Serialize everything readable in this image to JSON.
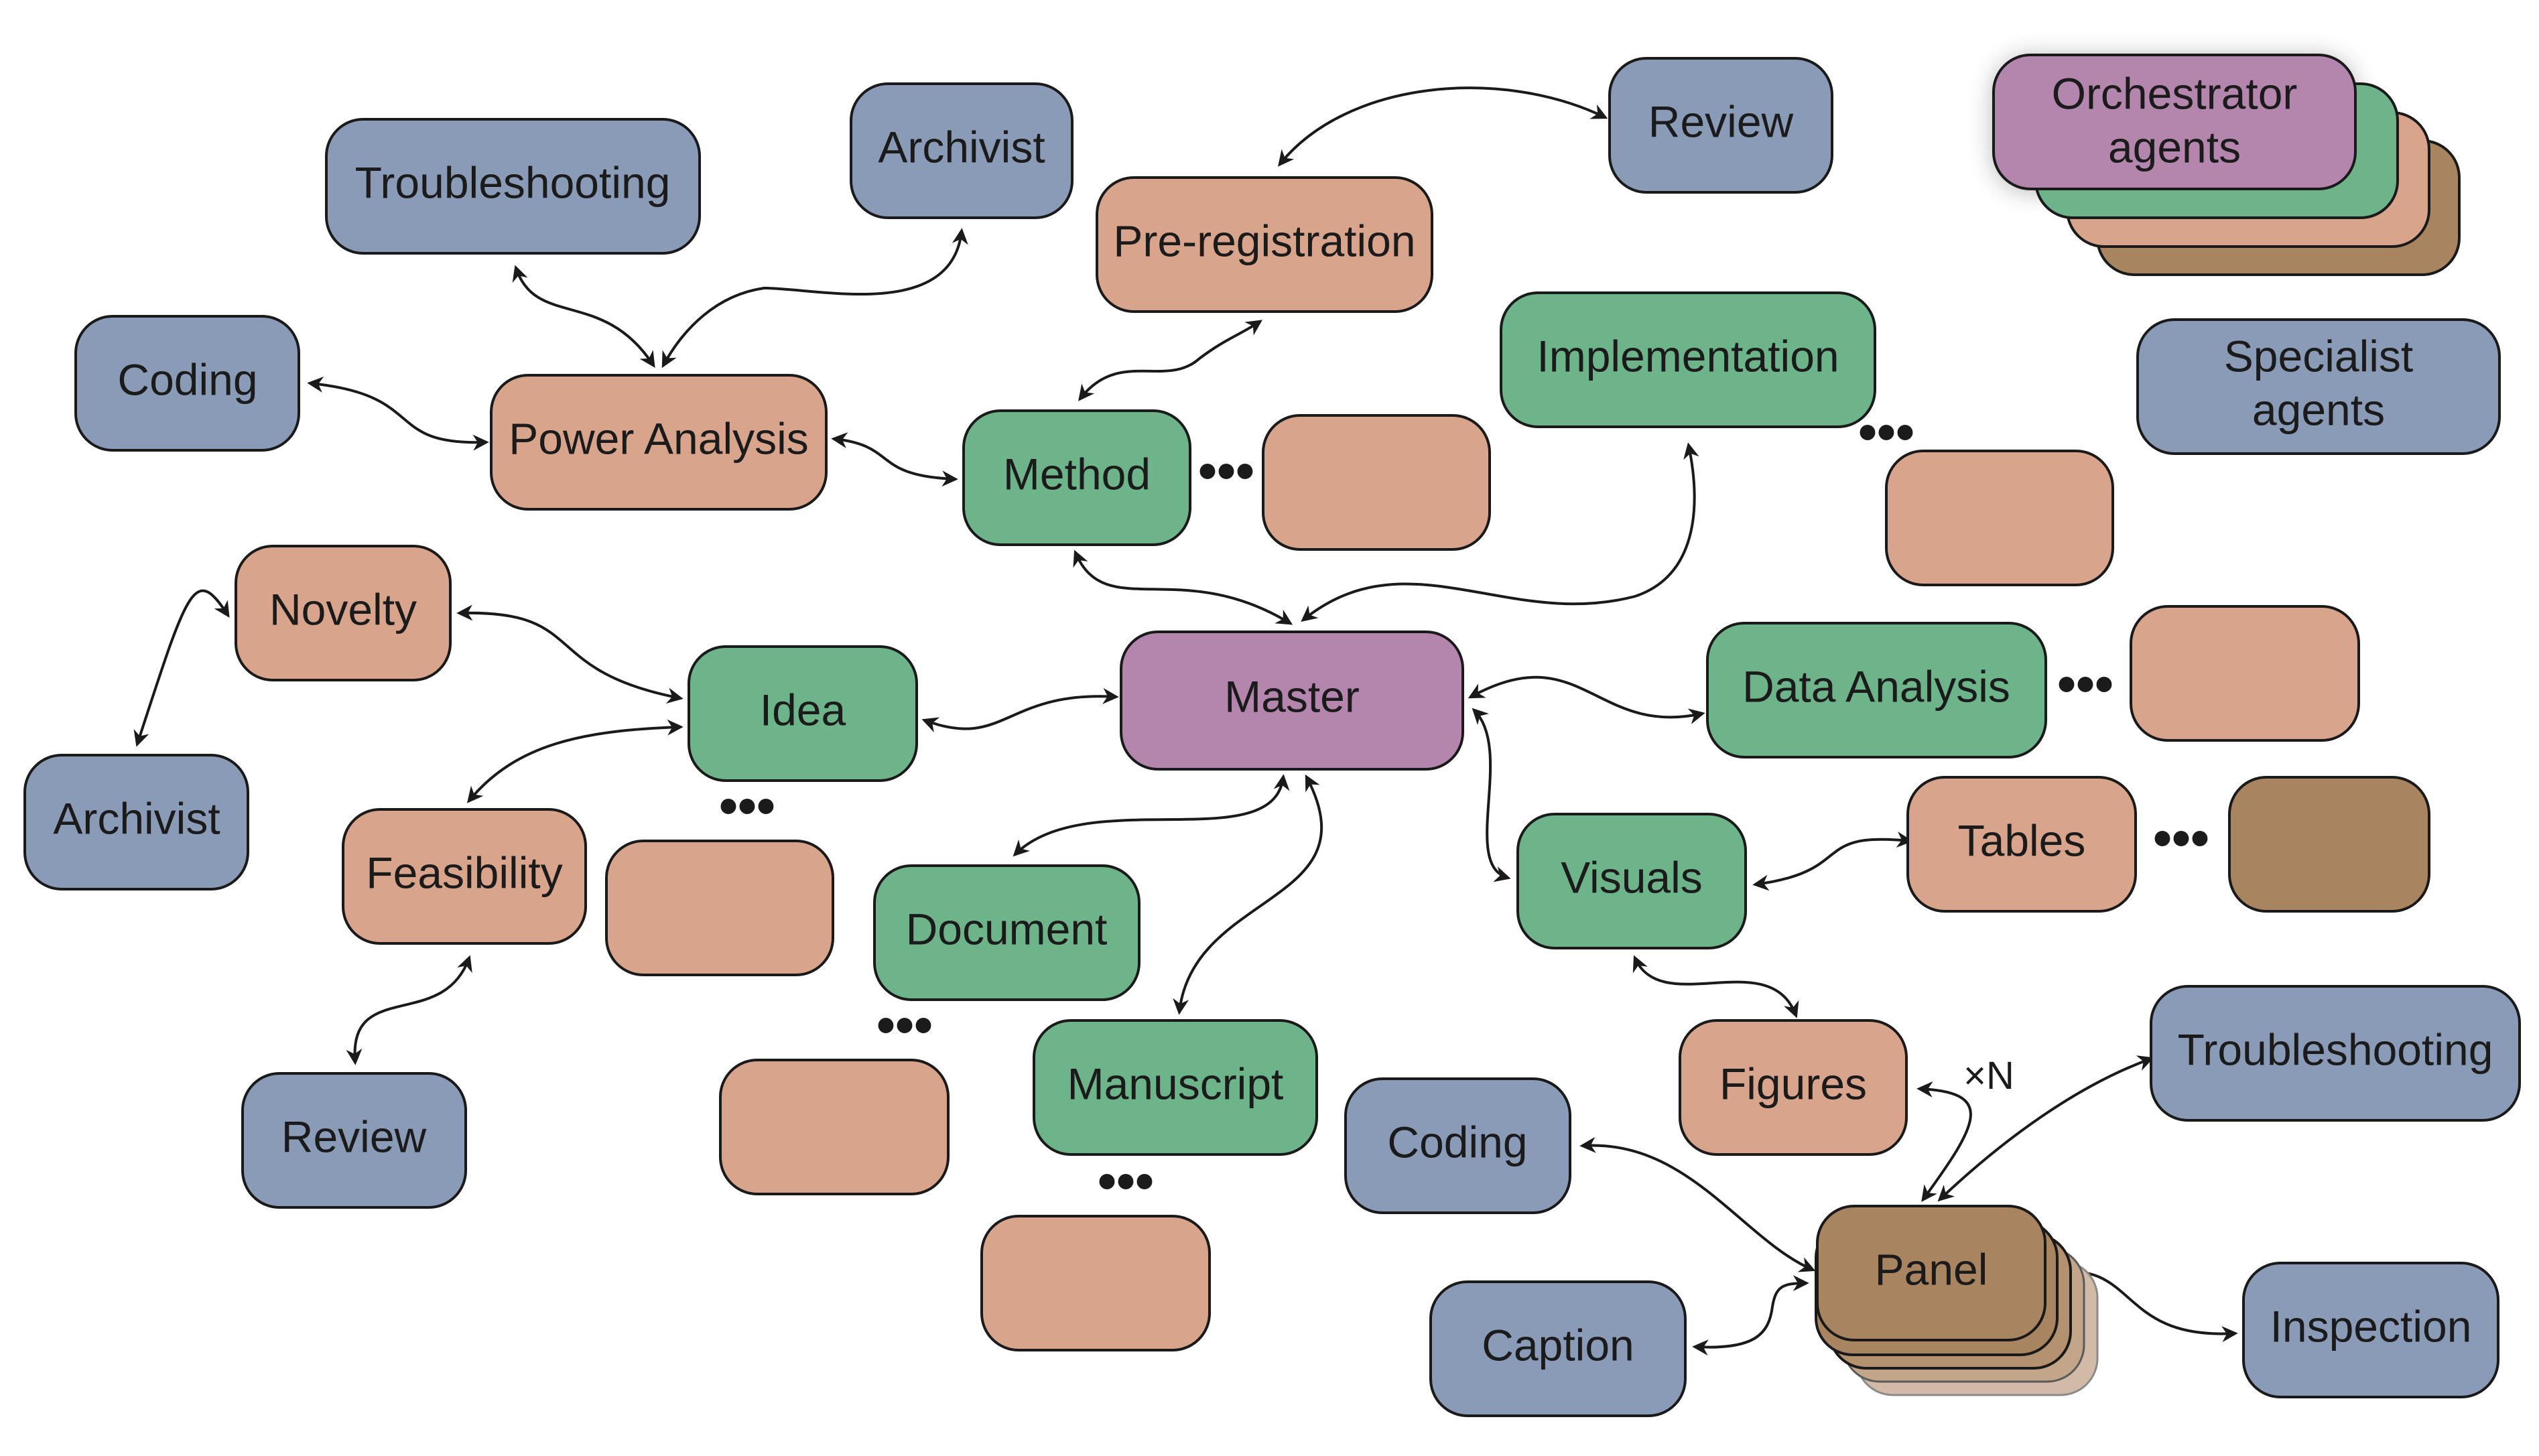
{
  "colors": {
    "blue": "#8a9bb7",
    "salmon": "#d8a48c",
    "green": "#6db48a",
    "purple": "#b485ad",
    "brown": "#a98461",
    "stroke": "#1a1a1a"
  },
  "nodes": {
    "troubleshooting_top": "Troubleshooting",
    "archivist_top": "Archivist",
    "review_top": "Review",
    "pre_registration": "Pre-registration",
    "coding_left": "Coding",
    "power_analysis": "Power Analysis",
    "method": "Method",
    "implementation": "Implementation",
    "novelty": "Novelty",
    "idea": "Idea",
    "master": "Master",
    "data_analysis": "Data Analysis",
    "archivist_left": "Archivist",
    "feasibility": "Feasibility",
    "document": "Document",
    "visuals": "Visuals",
    "tables": "Tables",
    "review_bottom": "Review",
    "manuscript": "Manuscript",
    "figures": "Figures",
    "coding_bottom": "Coding",
    "troubleshooting_right": "Troubleshooting",
    "panel": "Panel",
    "caption": "Caption",
    "inspection": "Inspection"
  },
  "legend": {
    "orchestrator": [
      "Orchestrator",
      "agents"
    ],
    "specialist": [
      "Specialist",
      "agents"
    ]
  },
  "ellipsis": "•••",
  "multiplier": "×N"
}
